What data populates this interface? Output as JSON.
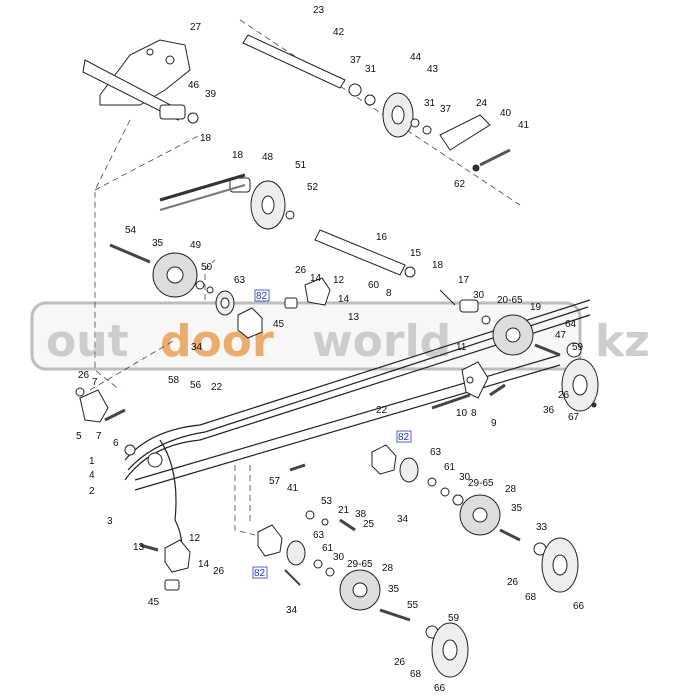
{
  "watermark": {
    "brand_dark": "out",
    "brand_accent": "door",
    "brand_tail": "world",
    "tld": "kz",
    "accent_color": "#e8a055",
    "dark_color": "#c8c8c8"
  },
  "callouts": [
    "27",
    "23",
    "42",
    "37",
    "31",
    "44",
    "43",
    "46",
    "39",
    "31",
    "37",
    "24",
    "40",
    "41",
    "18",
    "18",
    "48",
    "51",
    "52",
    "62",
    "54",
    "35",
    "49",
    "50",
    "16",
    "15",
    "26",
    "14",
    "12",
    "63",
    "18",
    "17",
    "30",
    "20-65",
    "19",
    "14",
    "60",
    "8",
    "13",
    "34",
    "45",
    "64",
    "47",
    "59",
    "11",
    "26",
    "7",
    "58",
    "56",
    "22",
    "10",
    "8",
    "9",
    "5",
    "7",
    "6",
    "22",
    "26",
    "36",
    "67",
    "1",
    "4",
    "2",
    "3",
    "63",
    "61",
    "57",
    "41",
    "30",
    "29-65",
    "28",
    "53",
    "21",
    "38",
    "25",
    "34",
    "33",
    "35",
    "13",
    "12",
    "14",
    "26",
    "45",
    "34",
    "63",
    "61",
    "30",
    "29-65",
    "28",
    "35",
    "26",
    "68",
    "66",
    "55",
    "59",
    "26",
    "68",
    "66"
  ],
  "page_links": [
    "82",
    "82",
    "82"
  ]
}
